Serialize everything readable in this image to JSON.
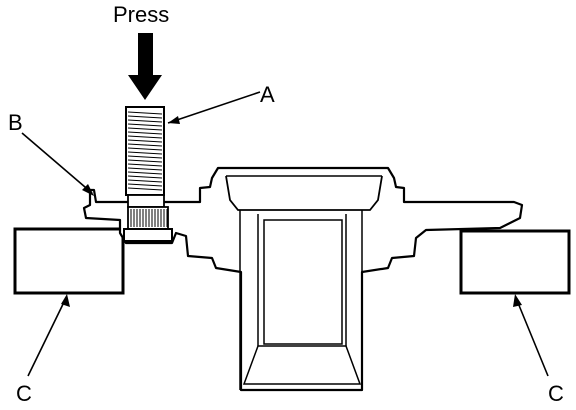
{
  "diagram": {
    "press_label": "Press",
    "callouts": {
      "a": "A",
      "b": "B",
      "c_left": "C",
      "c_right": "C"
    },
    "colors": {
      "line": "#000000",
      "background": "#ffffff"
    }
  }
}
